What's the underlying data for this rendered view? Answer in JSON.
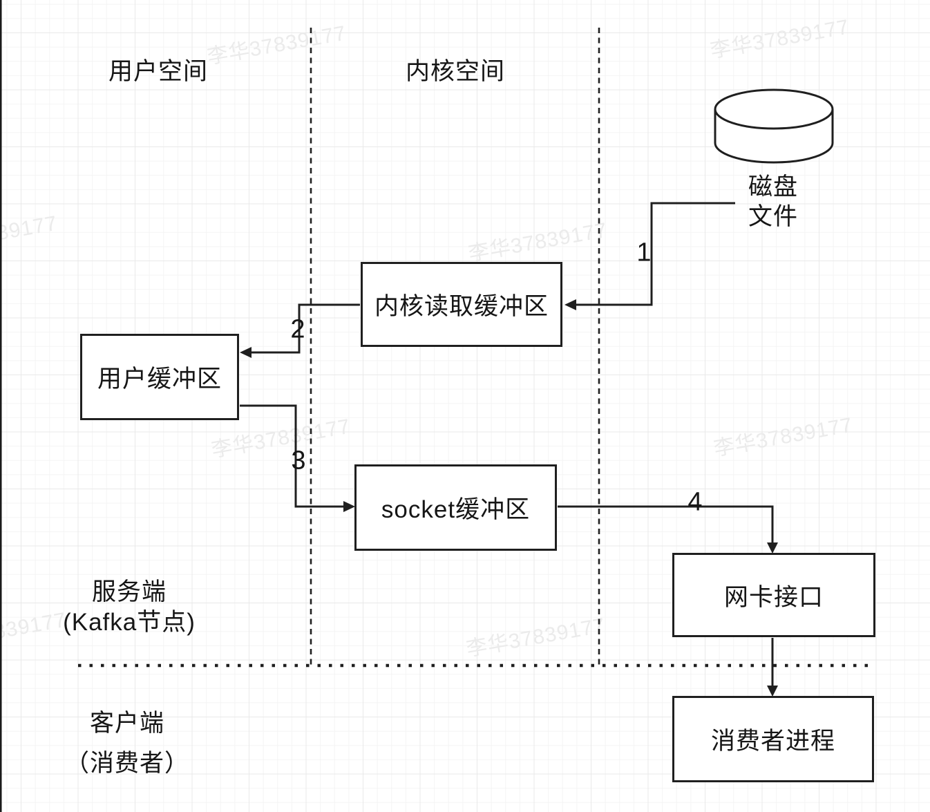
{
  "watermark": {
    "text": "李华37839177"
  },
  "regions": {
    "user_space": "用户空间",
    "kernel_space": "内核空间",
    "server_line1": "服务端",
    "server_line2": "(Kafka节点)",
    "client_line1": "客户端",
    "client_line2": "（消费者）"
  },
  "disk": {
    "line1": "磁盘",
    "line2": "文件"
  },
  "nodes": {
    "kernel_read_buffer": "内核读取缓冲区",
    "user_buffer": "用户缓冲区",
    "socket_buffer": "socket缓冲区",
    "nic": "网卡接口",
    "consumer_process": "消费者进程"
  },
  "steps": {
    "s1": "1",
    "s2": "2",
    "s3": "3",
    "s4": "4"
  },
  "colors": {
    "stroke": "#1f1f1f",
    "watermark": "#ebebeb",
    "grid_minor": "#f4f4f4",
    "grid_major": "#e9e9e9"
  }
}
